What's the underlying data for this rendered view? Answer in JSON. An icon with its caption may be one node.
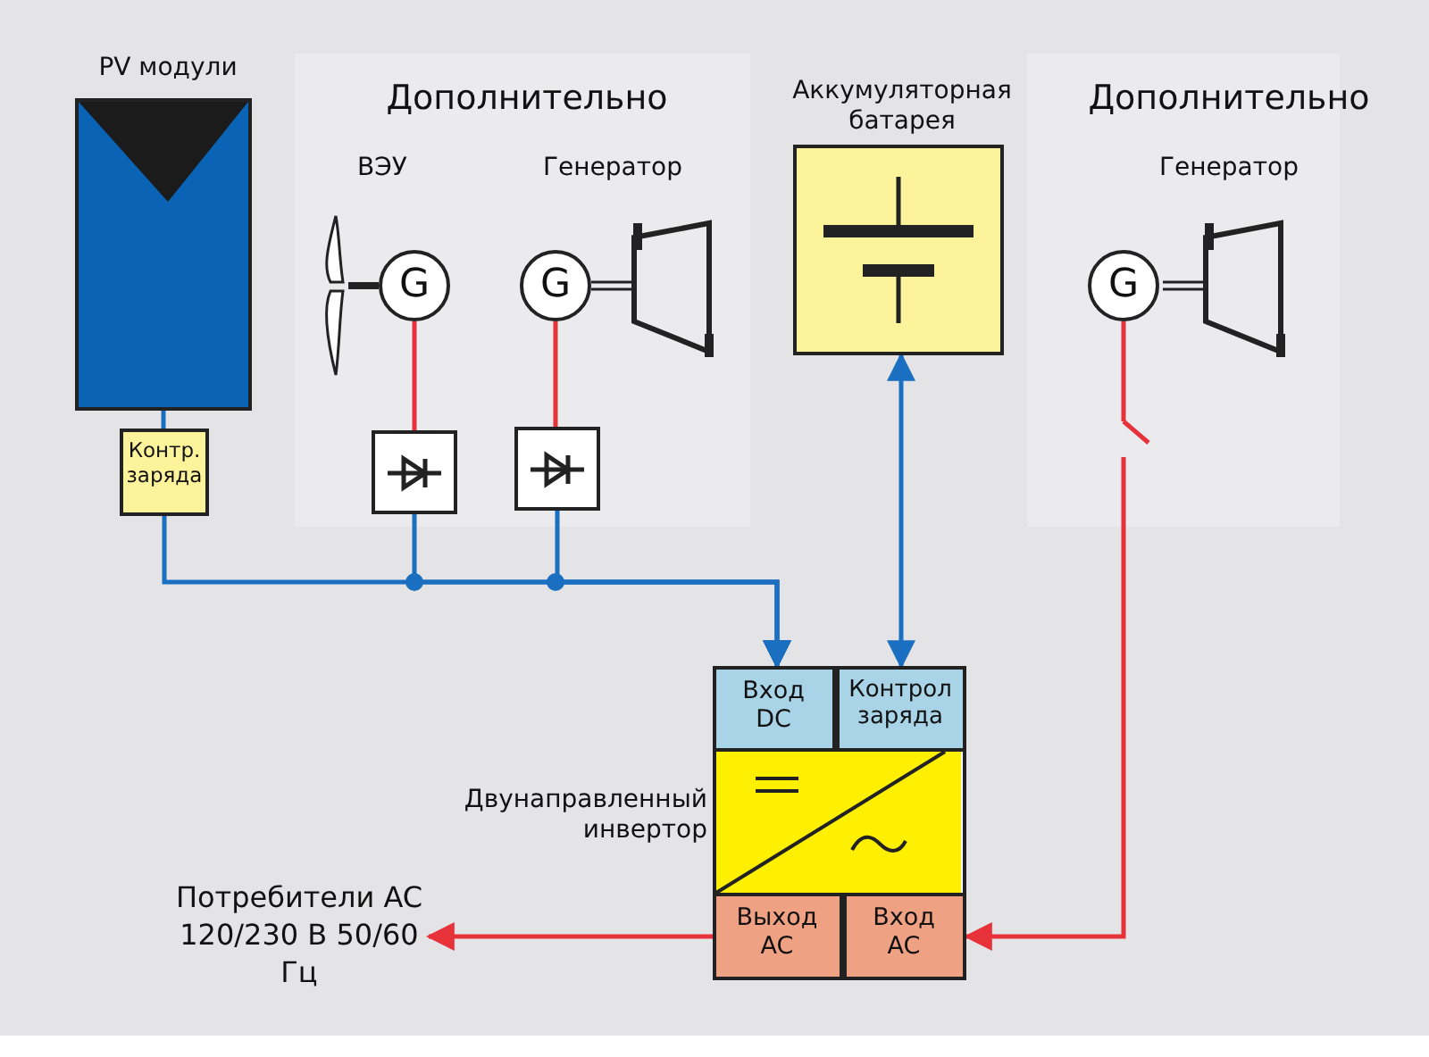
{
  "diagram": {
    "nodes": [
      {
        "text": [
          "PV модули"
        ]
      },
      {
        "text": [
          "Контр. заряда"
        ]
      },
      {
        "text": [
          "G"
        ],
        "beside": [
          "ВЭУ"
        ]
      },
      {
        "text": [
          "G"
        ],
        "beside": [
          "Генератор"
        ]
      },
      {
        "text": [],
        "shape": "box"
      },
      {
        "text": [],
        "shape": "box"
      },
      {
        "text": [
          "Аккумуляторная батарея"
        ]
      },
      {
        "text": [
          "G"
        ],
        "beside": [
          "Генератор"
        ]
      },
      {
        "text": [
          "Двунаправленный инвертор"
        ]
      },
      {
        "text": [
          "Вход DC"
        ],
        "in": 8
      },
      {
        "text": [
          "Контрол заряда"
        ],
        "in": 8
      },
      {
        "text": [
          "Выход AC"
        ],
        "in": 8
      },
      {
        "text": [
          "Вход AC"
        ],
        "in": 8
      },
      {
        "text": [
          "Потребители AC 120/230 В 50/60 Гц"
        ]
      },
      {
        "text": [],
        "shape": "switch"
      }
    ],
    "edges": [
      {
        "from": 0,
        "to": 1,
        "arrow": "none"
      },
      {
        "from": 2,
        "to": 4,
        "arrow": "none",
        "color": "#e8323a"
      },
      {
        "from": 3,
        "to": 5,
        "arrow": "none",
        "color": "#e8323a"
      },
      {
        "from": 1,
        "to": 9,
        "arrow": "to"
      },
      {
        "from": 4,
        "to": 9,
        "arrow": "to"
      },
      {
        "from": 5,
        "to": 9,
        "arrow": "to"
      },
      {
        "from": 10,
        "to": 6,
        "arrow": "both"
      },
      {
        "from": 7,
        "to": 14,
        "arrow": "none",
        "color": "#e8323a"
      },
      {
        "from": 14,
        "to": 12,
        "arrow": "to",
        "color": "#e8323a"
      },
      {
        "from": 11,
        "to": 13,
        "arrow": "to",
        "color": "#e8323a"
      }
    ],
    "labels": [
      "Дополнительно",
      "Дополнительно"
    ]
  }
}
